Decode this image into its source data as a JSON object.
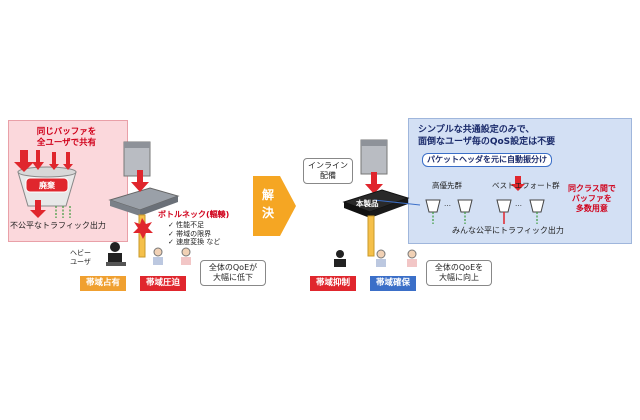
{
  "left": {
    "shared_buffer_title": [
      "同じバッファを",
      "全ユーザで共有"
    ],
    "discard_label": "廃棄",
    "unfair_output": "不公平なトラフィック出力",
    "bottleneck_title": "ボトルネック(輻輳)",
    "bottleneck_items": [
      "✓ 性能不足",
      "✓ 帯域の限界",
      "✓ 速度変換  など"
    ],
    "heavy_user": [
      "ヘビー",
      "ユーザ"
    ],
    "tag_occupy": "帯域占有",
    "tag_squeeze": "帯域圧迫",
    "qoe_down": [
      "全体のQoEが",
      "大幅に低下"
    ]
  },
  "arrow_label": [
    "解",
    "決"
  ],
  "right": {
    "inline_callout": [
      "インライン",
      "配備"
    ],
    "product_label": "本製品",
    "headline": [
      "シンプルな共通設定のみで、",
      "面倒なユーザ毎のQoS設定は不要"
    ],
    "auto_sort": "パケットヘッダを元に自動振分け",
    "high_priority": "高優先群",
    "best_effort": "ベストエフォート群",
    "multi_buffer": [
      "同クラス間で",
      "バッファを",
      "多数用意"
    ],
    "fair_output": "みんな公平にトラフィック出力",
    "tag_suppress": "帯域抑制",
    "tag_secure": "帯域確保",
    "qoe_up": [
      "全体のQoEを",
      "大幅に向上"
    ],
    "dots": "…"
  },
  "colors": {
    "accent_red": "#e0262d",
    "orange": "#f0a030",
    "blue": "#3b6fc8",
    "pink_bg": "#fbd8dc",
    "blue_bg": "#d3e0f4"
  }
}
